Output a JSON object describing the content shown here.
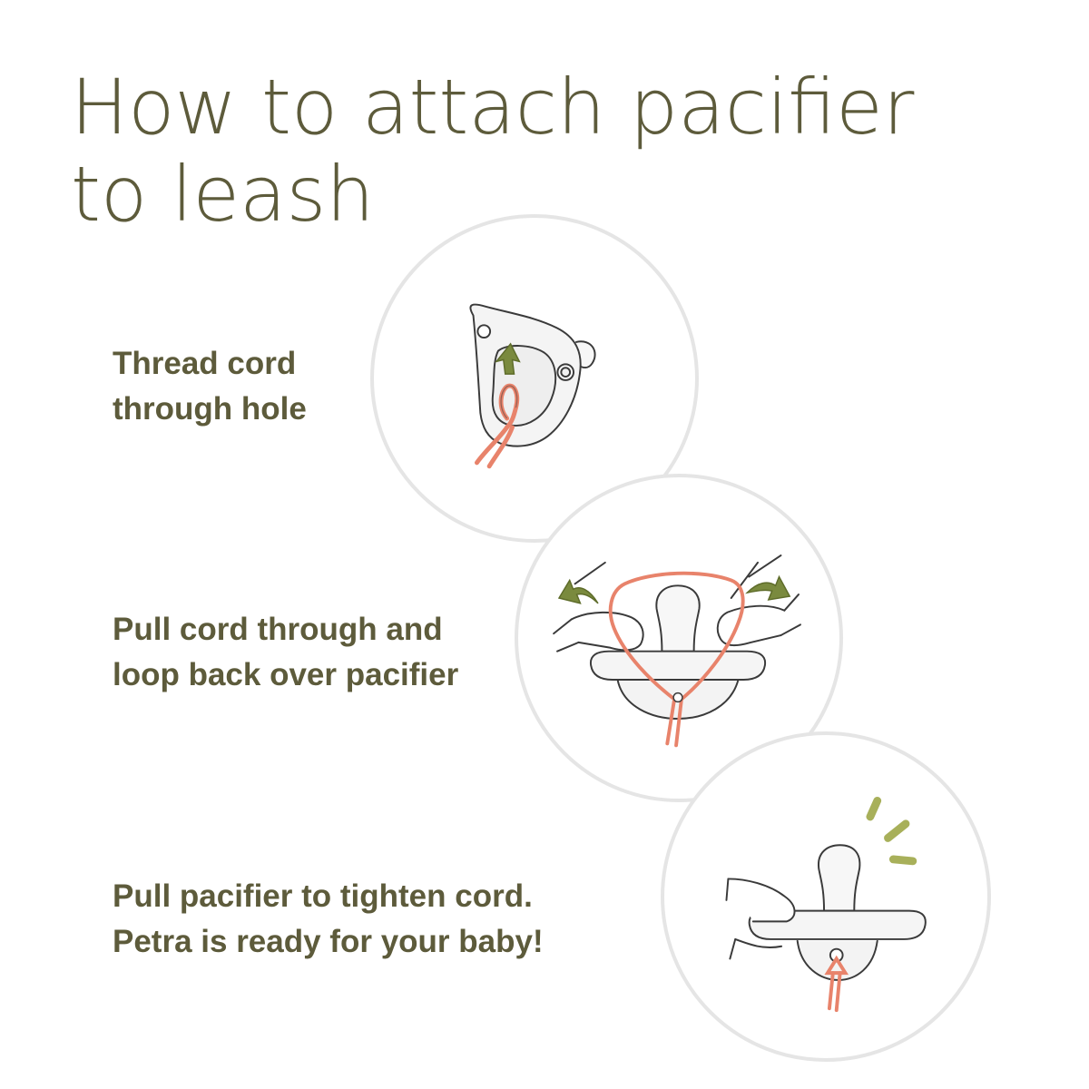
{
  "title": {
    "line1": "How to attach pacifier",
    "line2": "to leash"
  },
  "steps": [
    {
      "line1": "Thread cord",
      "line2": "through hole"
    },
    {
      "line1": "Pull cord through and",
      "line2": "loop back over pacifier"
    },
    {
      "line1": "Pull pacifier to tighten cord.",
      "line2": "Petra is ready for your baby!"
    }
  ],
  "colors": {
    "text": "#5d5b3b",
    "circle_border": "#e5e5e5",
    "cord": "#e8836b",
    "arrow": "#7a8a3e",
    "outline": "#3a3a3a"
  },
  "icons": [
    "pacifier-side-illustration",
    "pacifier-loop-illustration",
    "pacifier-tighten-illustration",
    "green-arrow-icon",
    "sparkle-lines-icon"
  ]
}
